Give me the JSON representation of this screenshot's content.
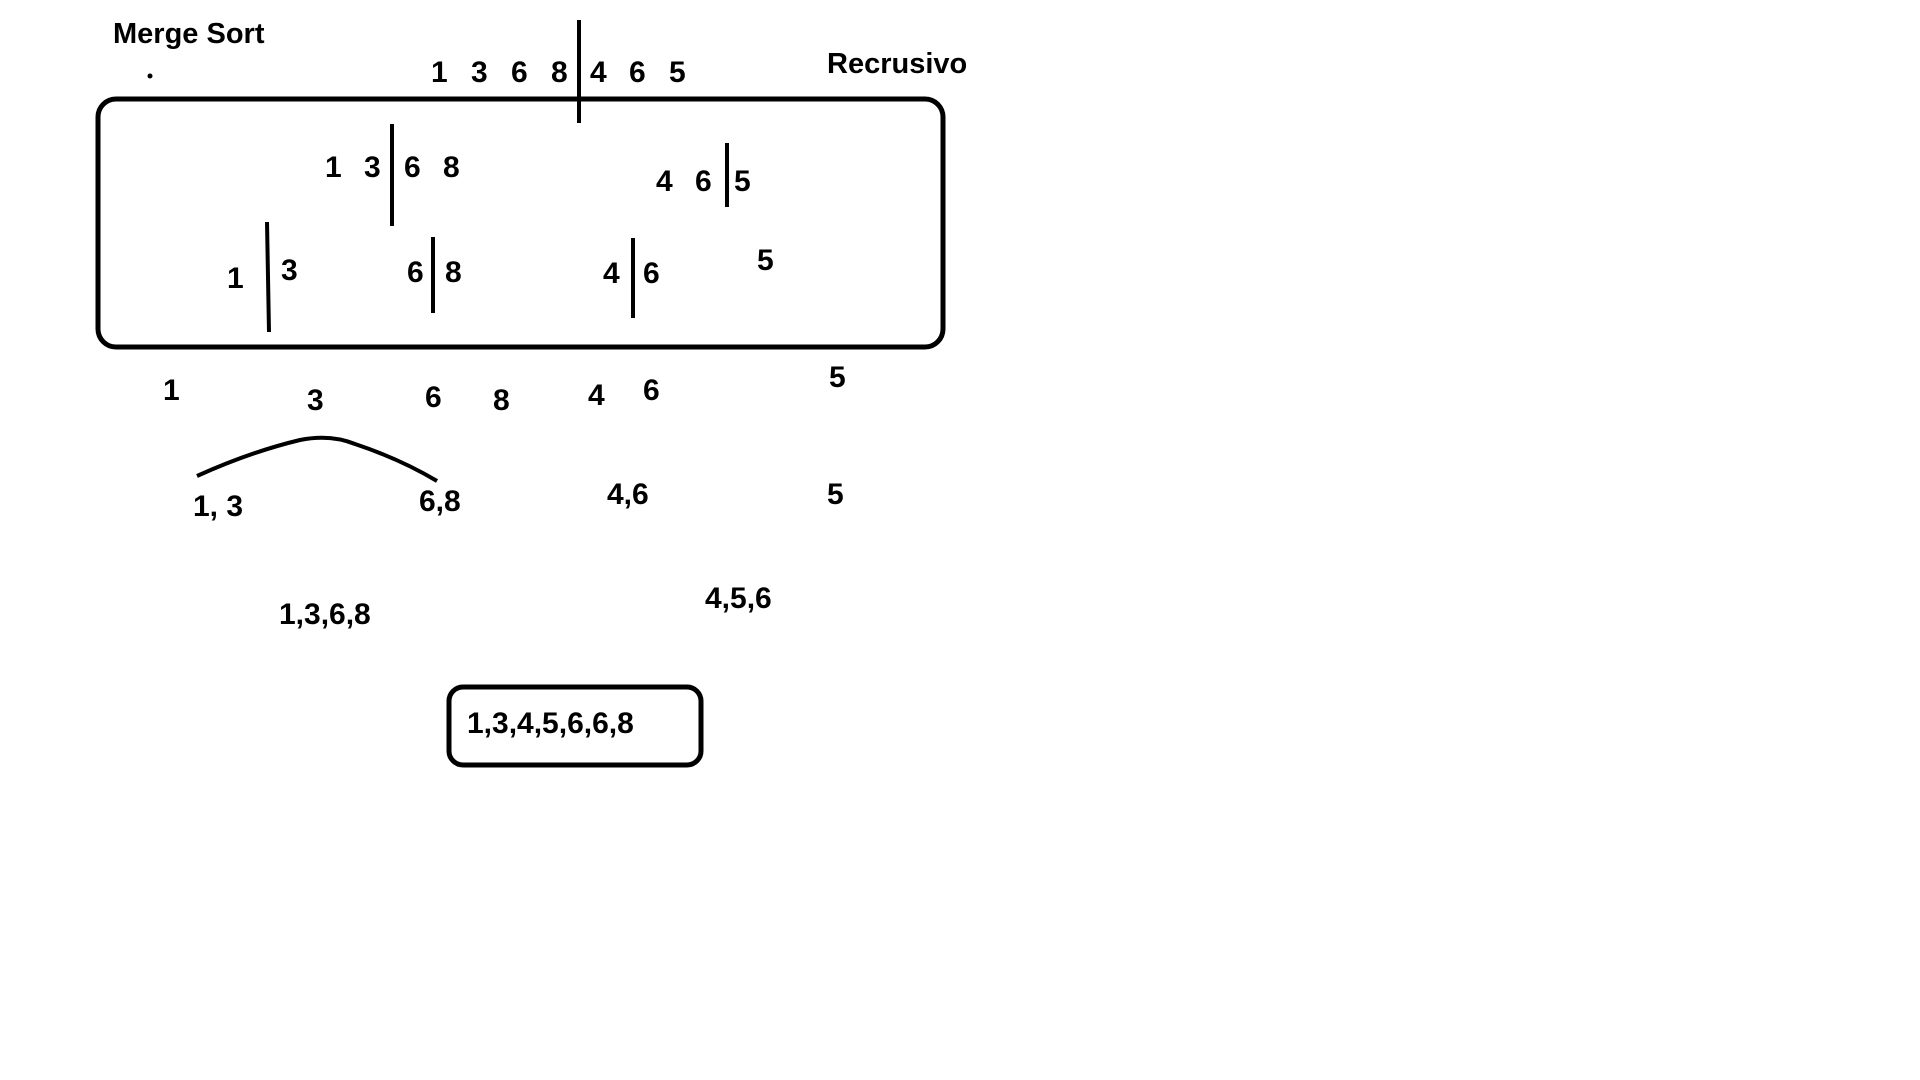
{
  "title": "Merge Sort",
  "side_label": "Recrusivo",
  "input_array": {
    "left": [
      "1",
      "3",
      "6",
      "8"
    ],
    "right": [
      "4",
      "6",
      "5"
    ]
  },
  "split_level_1": {
    "left_group": {
      "left": [
        "1",
        "3"
      ],
      "right": [
        "6",
        "8"
      ]
    },
    "right_group": {
      "left": [
        "4",
        "6"
      ],
      "right": [
        "5"
      ]
    }
  },
  "split_level_2": {
    "pairs": [
      {
        "left": "1",
        "right": "3"
      },
      {
        "left": "6",
        "right": "8"
      },
      {
        "left": "4",
        "right": "6"
      }
    ],
    "single": "5"
  },
  "singletons": [
    "1",
    "3",
    "6",
    "8",
    "4",
    "6",
    "5"
  ],
  "merge_level_1": [
    "1, 3",
    "6,8",
    "4,6",
    "5"
  ],
  "merge_level_2": [
    "1,3,6,8",
    "4,5,6"
  ],
  "result": "1,3,4,5,6,6,8"
}
